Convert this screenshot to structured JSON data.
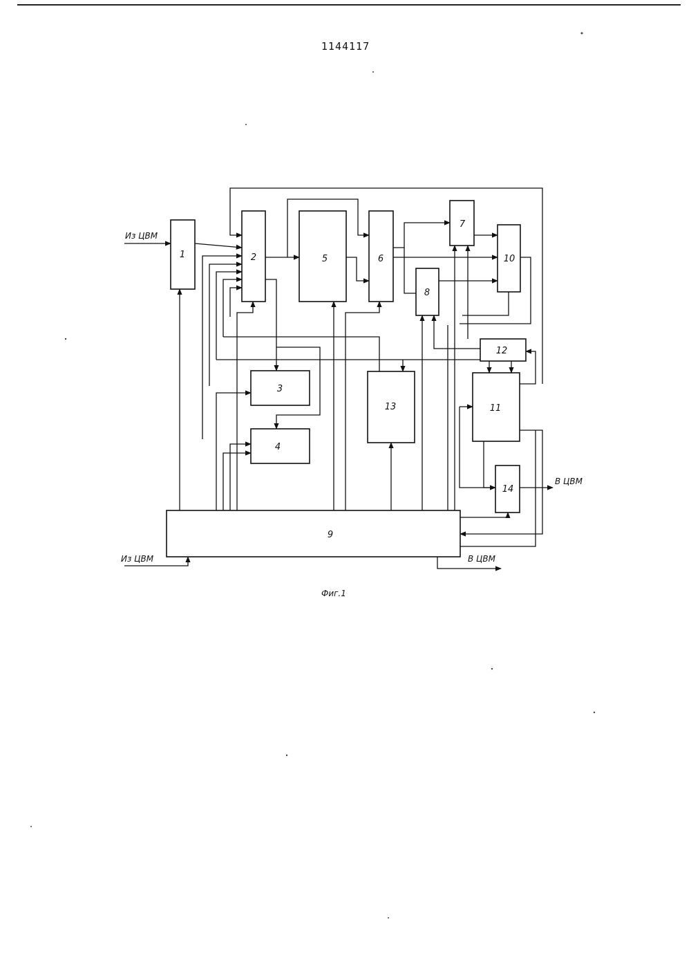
{
  "document": {
    "patent_number": "1144117",
    "figure_caption": "Фиг.1"
  },
  "io_labels": {
    "input_top": "Из ЦВМ",
    "input_bottom": "Из ЦВМ",
    "output_right": "В ЦВМ",
    "output_bottom": "В ЦВМ"
  },
  "blocks": [
    {
      "id": "1",
      "label": "1"
    },
    {
      "id": "2",
      "label": "2"
    },
    {
      "id": "3",
      "label": "3"
    },
    {
      "id": "4",
      "label": "4"
    },
    {
      "id": "5",
      "label": "5"
    },
    {
      "id": "6",
      "label": "6"
    },
    {
      "id": "7",
      "label": "7"
    },
    {
      "id": "8",
      "label": "8"
    },
    {
      "id": "9",
      "label": "9"
    },
    {
      "id": "10",
      "label": "10"
    },
    {
      "id": "11",
      "label": "11"
    },
    {
      "id": "12",
      "label": "12"
    },
    {
      "id": "13",
      "label": "13"
    },
    {
      "id": "14",
      "label": "14"
    }
  ]
}
